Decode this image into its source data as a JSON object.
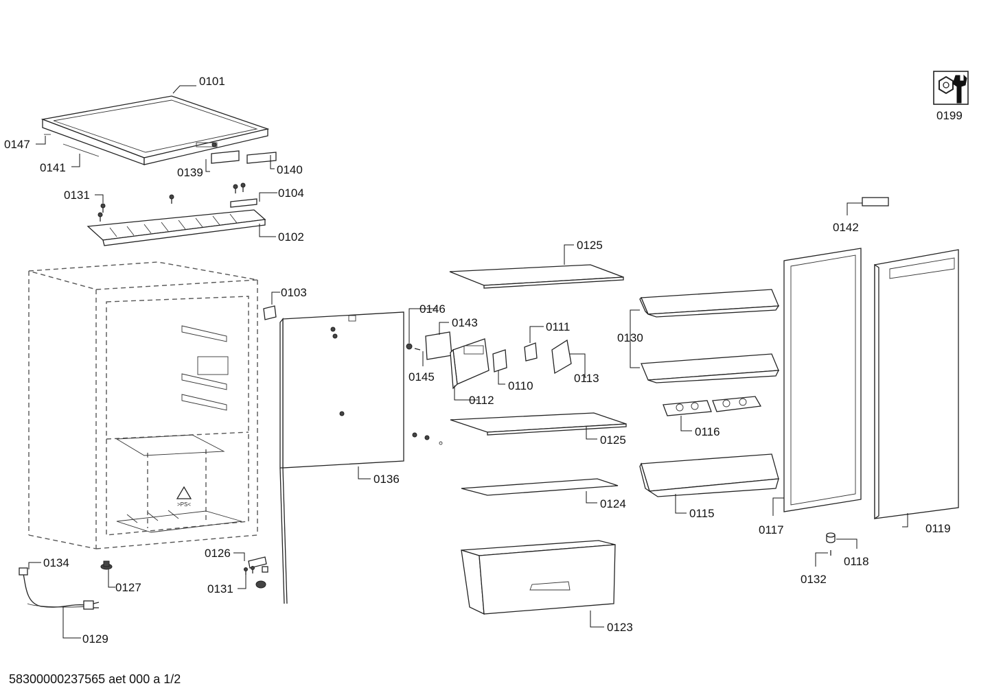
{
  "parts": [
    {
      "id": "p0101",
      "label": "0101"
    },
    {
      "id": "p0147",
      "label": "0147"
    },
    {
      "id": "p0141",
      "label": "0141"
    },
    {
      "id": "p0139",
      "label": "0139"
    },
    {
      "id": "p0140",
      "label": "0140"
    },
    {
      "id": "p0131a",
      "label": "0131"
    },
    {
      "id": "p0104",
      "label": "0104"
    },
    {
      "id": "p0102",
      "label": "0102"
    },
    {
      "id": "p0103",
      "label": "0103"
    },
    {
      "id": "p0146",
      "label": "0146"
    },
    {
      "id": "p0143",
      "label": "0143"
    },
    {
      "id": "p0145",
      "label": "0145"
    },
    {
      "id": "p0112",
      "label": "0112"
    },
    {
      "id": "p0110",
      "label": "0110"
    },
    {
      "id": "p0111",
      "label": "0111"
    },
    {
      "id": "p0113",
      "label": "0113"
    },
    {
      "id": "p0125a",
      "label": "0125"
    },
    {
      "id": "p0125b",
      "label": "0125"
    },
    {
      "id": "p0124",
      "label": "0124"
    },
    {
      "id": "p0123",
      "label": "0123"
    },
    {
      "id": "p0136",
      "label": "0136"
    },
    {
      "id": "p0126",
      "label": "0126"
    },
    {
      "id": "p0131b",
      "label": "0131"
    },
    {
      "id": "p0134",
      "label": "0134"
    },
    {
      "id": "p0127",
      "label": "0127"
    },
    {
      "id": "p0129",
      "label": "0129"
    },
    {
      "id": "p0130",
      "label": "0130"
    },
    {
      "id": "p0116",
      "label": "0116"
    },
    {
      "id": "p0115",
      "label": "0115"
    },
    {
      "id": "p0117",
      "label": "0117"
    },
    {
      "id": "p0119",
      "label": "0119"
    },
    {
      "id": "p0142",
      "label": "0142"
    },
    {
      "id": "p0118",
      "label": "0118"
    },
    {
      "id": "p0132",
      "label": "0132"
    },
    {
      "id": "p0199",
      "label": "0199"
    }
  ],
  "icons": {
    "service_kit": "wrench-nut-icon",
    "recycle": "recycling-triangle-icon"
  },
  "markings": {
    "recycle_code": ">PS<"
  },
  "footer": {
    "document_code": "58300000237565 aet 000 a  1/2"
  }
}
